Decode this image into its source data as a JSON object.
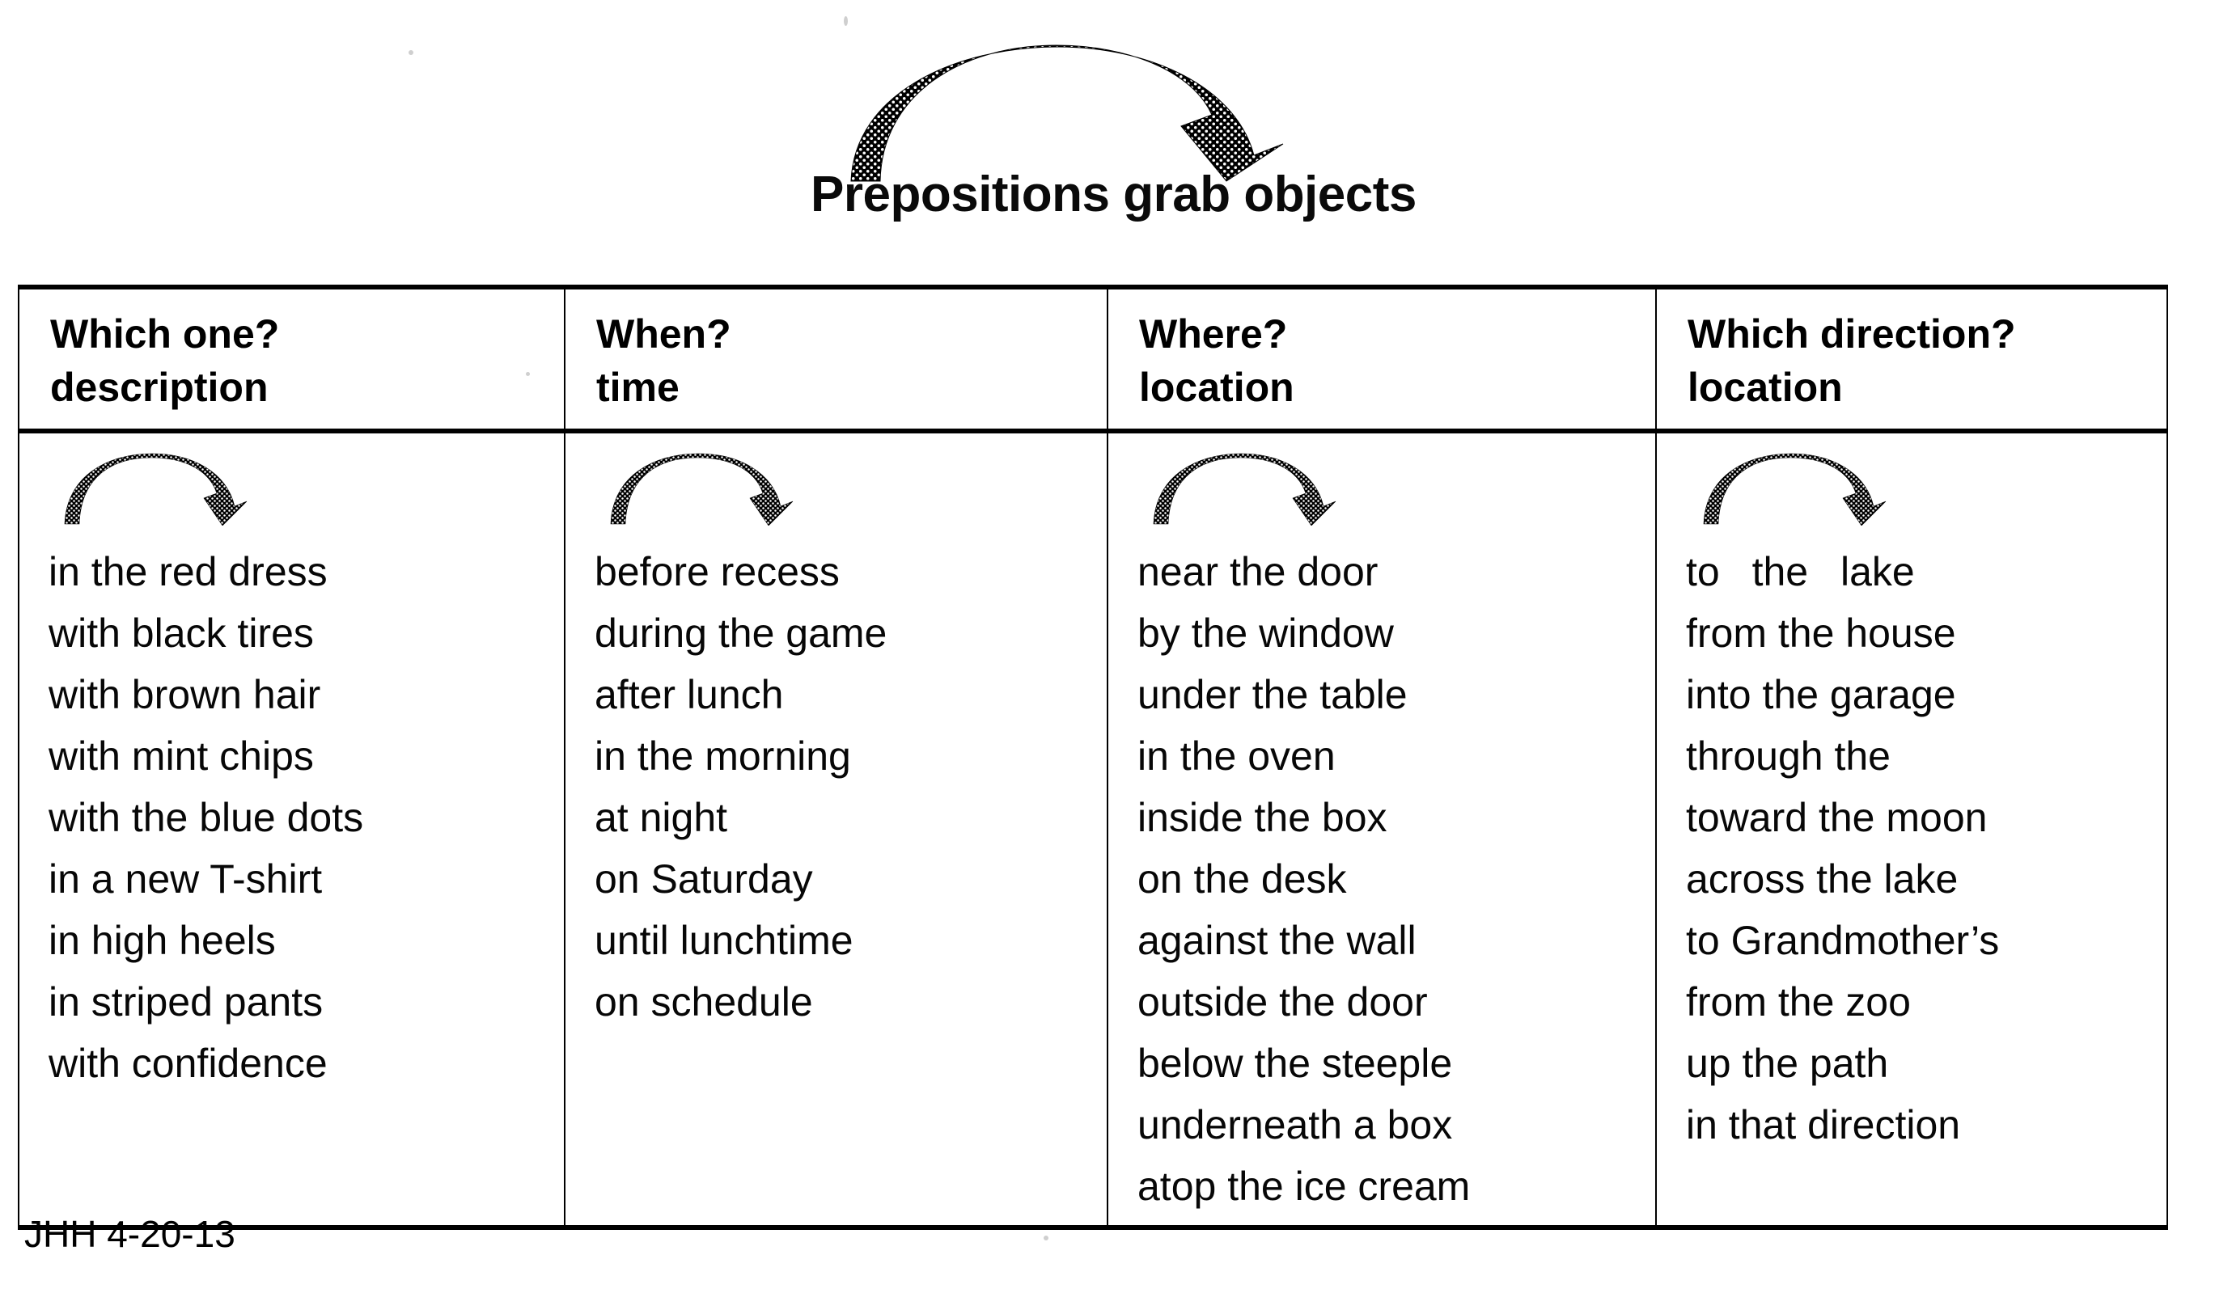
{
  "document": {
    "title": "Prepositions grab objects",
    "title_arrow_icon": "curved-arrow-right-icon",
    "footer": "JHH 4-20-13"
  },
  "table": {
    "columns": [
      {
        "question": "Which one?",
        "subtitle": "description",
        "arrow_icon": "curved-arrow-right-icon",
        "phrases": [
          "in the red dress",
          "with black tires",
          "with brown hair",
          "with mint chips",
          "with the blue dots",
          "in a new T-shirt",
          "in high heels",
          "in striped pants",
          "with confidence"
        ]
      },
      {
        "question": "When?",
        "subtitle": "time",
        "arrow_icon": "curved-arrow-right-icon",
        "phrases": [
          "before recess",
          "during the game",
          "after lunch",
          "in the morning",
          "at night",
          "on Saturday",
          "until lunchtime",
          "on schedule"
        ]
      },
      {
        "question": "Where?",
        "subtitle": "location",
        "arrow_icon": "curved-arrow-right-icon",
        "phrases": [
          "near the door",
          "by the window",
          "under the table",
          "in the oven",
          "inside the box",
          "on the desk",
          "against the wall",
          "outside the door",
          "below the steeple",
          "underneath a box",
          "atop the ice cream"
        ]
      },
      {
        "question": "Which direction?",
        "subtitle": "location",
        "arrow_icon": "curved-arrow-right-icon",
        "phrases": [
          "to the lake",
          "from the house",
          "into the garage",
          "through the",
          "toward the moon",
          "across the lake",
          "to Grandmother’s",
          "from the zoo",
          "up the path",
          "in that direction"
        ]
      }
    ]
  },
  "colors": {
    "ink": "#000000",
    "paper": "#ffffff",
    "arrow_fill": "#1a1a1a"
  }
}
